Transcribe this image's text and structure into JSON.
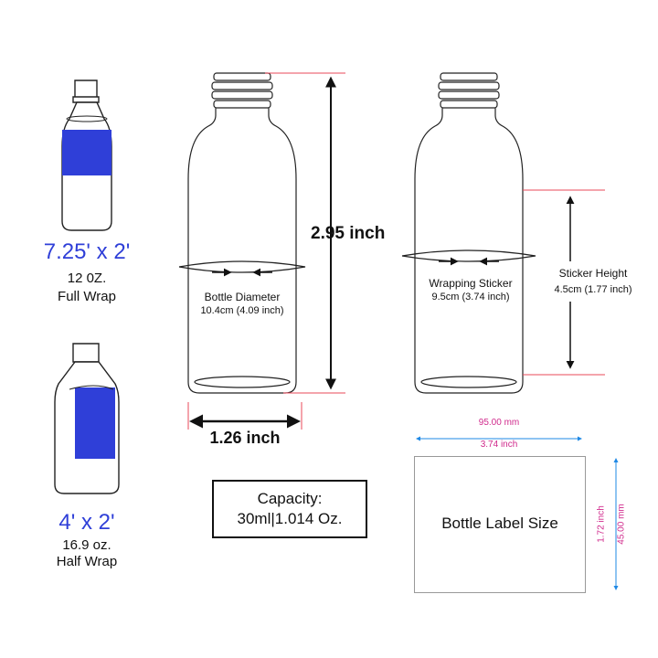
{
  "left_panel": {
    "full_wrap": {
      "size": "7.25' x 2'",
      "volume": "12 0Z.",
      "wrap_type": "Full Wrap"
    },
    "half_wrap": {
      "size": "4' x 2'",
      "volume": "16.9 oz.",
      "wrap_type": "Half Wrap"
    }
  },
  "bottle_diagram": {
    "diameter_label": "Bottle Diameter",
    "diameter_value": "10.4cm (4.09 inch)",
    "width_dimension": "1.26 inch",
    "height_dimension": "2.95 inch"
  },
  "sticker_diagram": {
    "wrapping_label": "Wrapping Sticker",
    "wrapping_value": "9.5cm (3.74 inch)",
    "height_label": "Sticker Height",
    "height_value": "4.5cm (1.77 inch)"
  },
  "capacity": {
    "line1": "Capacity:",
    "line2": "30ml|1.014 Oz."
  },
  "label_size": {
    "title": "Bottle Label Size",
    "width_mm": "95.00 mm",
    "width_in": "3.74 inch",
    "height_in": "1.72 inch",
    "height_mm": "45.00 mm"
  },
  "colors": {
    "wrap_blue": "#2f3fd8",
    "dimension_red": "#e8485a",
    "dimension_pink": "#d02a8c",
    "dimension_blue": "#1e88e5"
  }
}
